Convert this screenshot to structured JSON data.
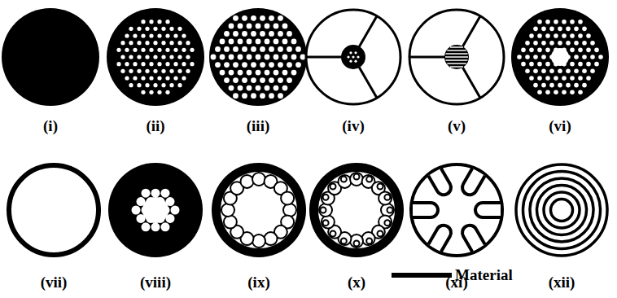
{
  "diagram": {
    "labels": [
      "(i)",
      "(ii)",
      "(iii)",
      "(iv)",
      "(v)",
      "(vi)",
      "(vii)",
      "(viii)",
      "(ix)",
      "(x)",
      "(xi)",
      "(xii)"
    ],
    "legend": [
      {
        "text": "Material",
        "color": "#000000"
      }
    ]
  }
}
